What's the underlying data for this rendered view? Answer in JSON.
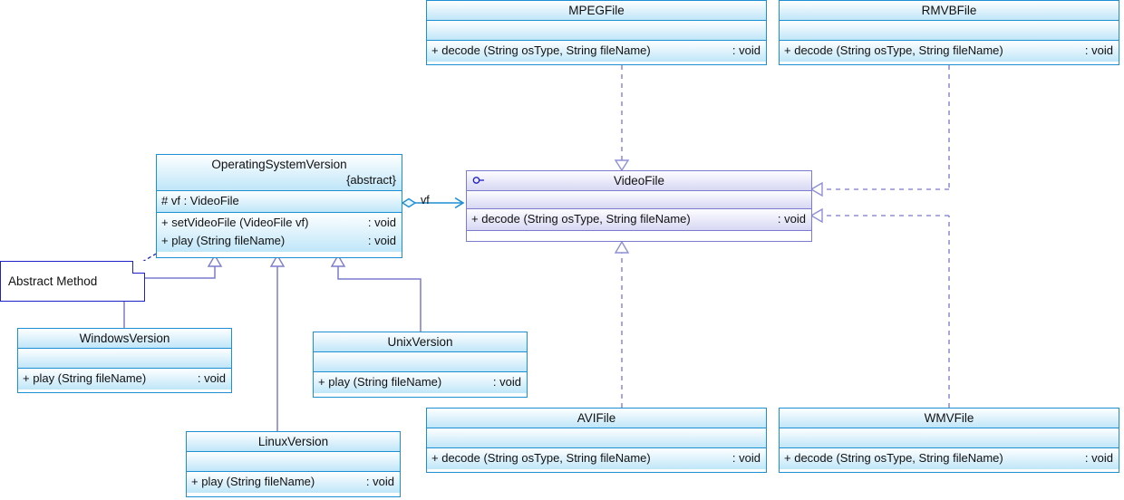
{
  "diagram": {
    "title": "VideoFile bridge pattern class diagram",
    "colors": {
      "class_border": "#1f8fd4",
      "class_fill_top": "#fdffff",
      "class_fill_bottom": "#bfe6f8",
      "interface_border": "#7b7bcf",
      "interface_fill_bottom": "#d7d7f3",
      "generalization_line": "#7b7bcf",
      "realization_line": "#8f8fd8",
      "association_line": "#1f8fd4",
      "note_border": "#2020c8",
      "text": "#111111"
    }
  },
  "classes": {
    "mpegfile": {
      "name": "MPEGFile",
      "stereotype": "",
      "attributes": [],
      "operations": [
        {
          "visibility": "+",
          "signature": "decode (String osType, String fileName)",
          "returns": ": void"
        }
      ]
    },
    "rmvbfile": {
      "name": "RMVBFile",
      "stereotype": "",
      "attributes": [],
      "operations": [
        {
          "visibility": "+",
          "signature": "decode (String osType, String fileName)",
          "returns": ": void"
        }
      ]
    },
    "avifile": {
      "name": "AVIFile",
      "stereotype": "",
      "attributes": [],
      "operations": [
        {
          "visibility": "+",
          "signature": "decode (String osType, String fileName)",
          "returns": ": void"
        }
      ]
    },
    "wmvfile": {
      "name": "WMVFile",
      "stereotype": "",
      "attributes": [],
      "operations": [
        {
          "visibility": "+",
          "signature": "decode (String osType, String fileName)",
          "returns": ": void"
        }
      ]
    },
    "videofile": {
      "name": "VideoFile",
      "kind": "interface",
      "icon": "interface-lollipop-icon",
      "attributes": [],
      "operations": [
        {
          "visibility": "+",
          "signature": "decode (String osType, String fileName)",
          "returns": ": void"
        }
      ]
    },
    "operatingsystemversion": {
      "name": "OperatingSystemVersion",
      "stereotype": "{abstract}",
      "attributes": [
        {
          "visibility": "#",
          "signature": "vf : VideoFile"
        }
      ],
      "operations": [
        {
          "visibility": "+",
          "signature": "setVideoFile (VideoFile vf)",
          "returns": ": void"
        },
        {
          "visibility": "+",
          "signature": "play (String fileName)",
          "returns": ": void"
        }
      ]
    },
    "windowsversion": {
      "name": "WindowsVersion",
      "stereotype": "",
      "attributes": [],
      "operations": [
        {
          "visibility": "+",
          "signature": "play (String fileName) ",
          "returns": ": void"
        }
      ]
    },
    "unixversion": {
      "name": "UnixVersion",
      "stereotype": "",
      "attributes": [],
      "operations": [
        {
          "visibility": "+",
          "signature": "play (String fileName) ",
          "returns": ": void"
        }
      ]
    },
    "linuxversion": {
      "name": "LinuxVersion",
      "stereotype": "",
      "attributes": [],
      "operations": [
        {
          "visibility": "+",
          "signature": "play (String fileName) ",
          "returns": ": void"
        }
      ]
    }
  },
  "notes": {
    "abstract_method": {
      "text": "Abstract Method"
    }
  },
  "relationships": {
    "association_vf": {
      "label": "vf",
      "type": "aggregation",
      "from": "OperatingSystemVersion",
      "to": "VideoFile"
    },
    "realizations": [
      {
        "type": "realization",
        "from": "MPEGFile",
        "to": "VideoFile"
      },
      {
        "type": "realization",
        "from": "RMVBFile",
        "to": "VideoFile"
      },
      {
        "type": "realization",
        "from": "AVIFile",
        "to": "VideoFile"
      },
      {
        "type": "realization",
        "from": "WMVFile",
        "to": "VideoFile"
      }
    ],
    "generalizations": [
      {
        "type": "generalization",
        "from": "WindowsVersion",
        "to": "OperatingSystemVersion"
      },
      {
        "type": "generalization",
        "from": "LinuxVersion",
        "to": "OperatingSystemVersion"
      },
      {
        "type": "generalization",
        "from": "UnixVersion",
        "to": "OperatingSystemVersion"
      }
    ],
    "note_anchor": {
      "type": "note-link",
      "from": "Abstract Method",
      "to": "OperatingSystemVersion"
    }
  }
}
